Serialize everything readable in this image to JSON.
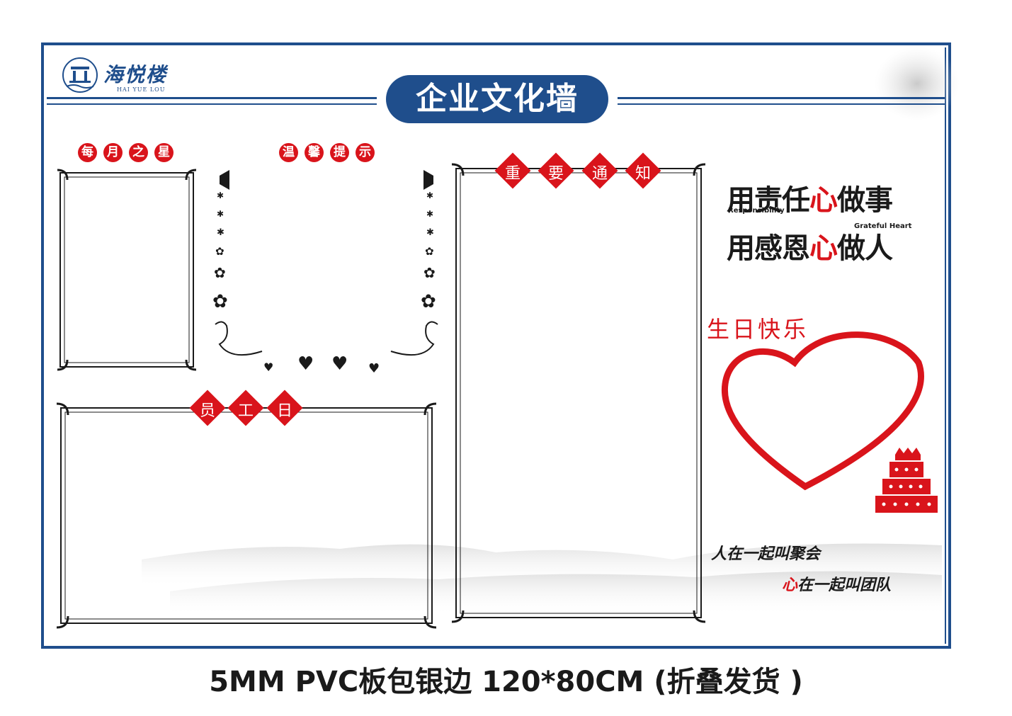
{
  "logo": {
    "name": "海悦楼",
    "sub": "HAI YUE LOU"
  },
  "title": "企业文化墙",
  "sections": {
    "star": [
      "每",
      "月",
      "之",
      "星"
    ],
    "tips": [
      "温",
      "馨",
      "提",
      "示"
    ],
    "notice": [
      "重",
      "要",
      "通",
      "知"
    ],
    "staff": [
      "员",
      "工",
      "日"
    ]
  },
  "slogans": {
    "line1_a": "用责任",
    "line1_red": "心",
    "line1_b": "做事",
    "line1_en": "Responsibility",
    "line2_a": "用感恩",
    "line2_red": "心",
    "line2_b": "做人",
    "line2_en": "Grateful Heart"
  },
  "birthday": {
    "title": "生日快乐"
  },
  "mottos": {
    "line1": "人在一起叫聚会",
    "line2_heart": "心",
    "line2": "在一起叫团队"
  },
  "caption": "5MM PVC板包银边 120*80CM (折叠发货 )",
  "colors": {
    "brand_blue": "#1f4e8c",
    "accent_red": "#d9141b"
  }
}
